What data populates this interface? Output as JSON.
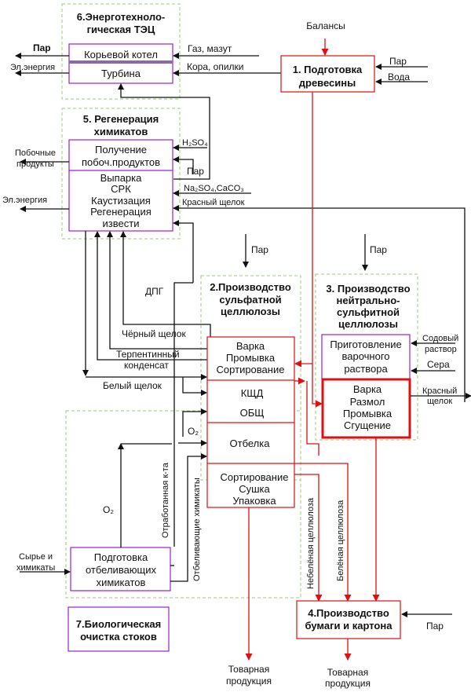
{
  "blocks": {
    "b1": {
      "title": [
        "1. Подготовка",
        "древесины"
      ]
    },
    "b2": {
      "title": [
        "2.Производство",
        "сульфатной",
        "целлюлозы"
      ],
      "cells": [
        {
          "lines": [
            "Варка",
            "Промывка",
            "Сортирование"
          ]
        },
        {
          "lines": [
            "КЩД"
          ]
        },
        {
          "lines": [
            "ОБЩ"
          ]
        },
        {
          "lines": [
            "Отбелка"
          ]
        },
        {
          "lines": [
            "Сортирование",
            "Сушка",
            "Упаковка"
          ]
        }
      ]
    },
    "b3": {
      "title": [
        "3. Производство",
        "нейтрально-",
        "сульфитной",
        "целлюлозы"
      ],
      "prep": [
        "Приготовление",
        "варочного",
        "раствора"
      ],
      "cook": [
        "Варка",
        "Размол",
        "Промывка",
        "Сгущение"
      ]
    },
    "b4": {
      "title": [
        "4.Производство",
        "бумаги и картона"
      ]
    },
    "b5": {
      "title": [
        "5. Регенерация",
        "химикатов"
      ],
      "top": [
        "Получение",
        "побоч.продуктов"
      ],
      "bottom": [
        "Выпарка",
        "СРК",
        "Каустизация",
        "Регенерация",
        "извести"
      ]
    },
    "b6": {
      "title": [
        "6.Энерготехноло-",
        "гическая ТЭЦ"
      ],
      "top": "Корьевой котел",
      "bottom": "Турбина"
    },
    "b7": {
      "title": [
        "7.Биологическая",
        "очистка стоков"
      ]
    },
    "bleach_prep": {
      "lines": [
        "Подготовка",
        "отбеливающих",
        "химикатов"
      ]
    }
  },
  "flows": {
    "balances": "Балансы",
    "par_b1": "Пар",
    "voda": "Вода",
    "par_b6": "Пар",
    "el_b6": "Эл.энергия",
    "gaz": "Газ, мазут",
    "kora": "Кора, опилки",
    "h2so4": "H₂SO₄",
    "par_b5": "Пар",
    "na2so4": "Na₂SO₄,CaCO₃",
    "red_liquor_b5": "Красный щелок",
    "byproducts": [
      "Побочные",
      "продукты"
    ],
    "el_b5": "Эл.энергия",
    "par_b2": "Пар",
    "par_b3": "Пар",
    "dpg": "ДПГ",
    "black_liquor": "Чёрный щелок",
    "turpentine": [
      "Терпентинный",
      "конденсат"
    ],
    "white_liquor": "Белый щелок",
    "soda": [
      "Содовый",
      "раствор"
    ],
    "sulfur": "Сера",
    "red_liquor_b3": [
      "Красный",
      "щелок"
    ],
    "o2_a": "O₂",
    "o2_b": "O₂",
    "spent_acid": "Отработанная к-та",
    "bleach_chem": "Отбеливающие химикаты",
    "raw_chem": [
      "Сырье и",
      "химикаты"
    ],
    "unbleached": "Небелёная целлюлоза",
    "bleached": "Белёная целлюлоза",
    "par_b4": "Пар",
    "product_1": [
      "Товарная",
      "продукция"
    ],
    "product_2": [
      "Товарная",
      "продукция"
    ]
  },
  "colors": {
    "main_flow": "#e01010",
    "aux_flow": "#111111",
    "group_border": "#99cc77",
    "sub_box": "#9922cc"
  }
}
